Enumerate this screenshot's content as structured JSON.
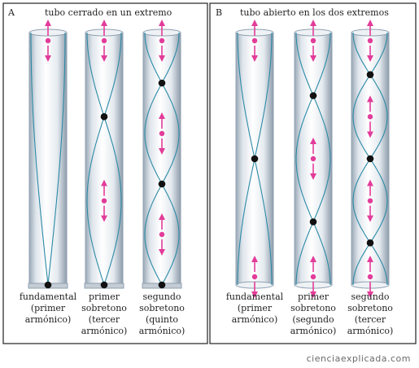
{
  "panel_a": {
    "letter": "A",
    "title": "tubo cerrado en un extremo",
    "tubes": [
      {
        "caption": [
          "fundamental",
          "(primer",
          "armónico)"
        ],
        "closed_bottom": true,
        "nodes": 1,
        "antinodes": 1
      },
      {
        "caption": [
          "primer",
          "sobretono",
          "(tercer",
          "armónico)"
        ],
        "closed_bottom": true,
        "nodes": 2,
        "antinodes": 2
      },
      {
        "caption": [
          "segundo",
          "sobretono",
          "(quinto",
          "armónico)"
        ],
        "closed_bottom": true,
        "nodes": 3,
        "antinodes": 3
      }
    ]
  },
  "panel_b": {
    "letter": "B",
    "title": "tubo abierto en los dos extremos",
    "tubes": [
      {
        "caption": [
          "fundamental",
          "(primer",
          "armónico)"
        ],
        "closed_bottom": false,
        "nodes": 1,
        "antinodes": 2
      },
      {
        "caption": [
          "primer",
          "sobretono",
          "(segundo",
          "armónico)"
        ],
        "closed_bottom": false,
        "nodes": 2,
        "antinodes": 3
      },
      {
        "caption": [
          "segundo",
          "sobretono",
          "(tercer",
          "armónico)"
        ],
        "closed_bottom": false,
        "nodes": 3,
        "antinodes": 4
      }
    ]
  },
  "watermark": "cienciaexplicada.com",
  "colors": {
    "arrow": "#e23c9a",
    "wave": "#2a8aa6",
    "node": "#111111",
    "tube_edge": "#8fa0b0",
    "border": "#222222"
  }
}
